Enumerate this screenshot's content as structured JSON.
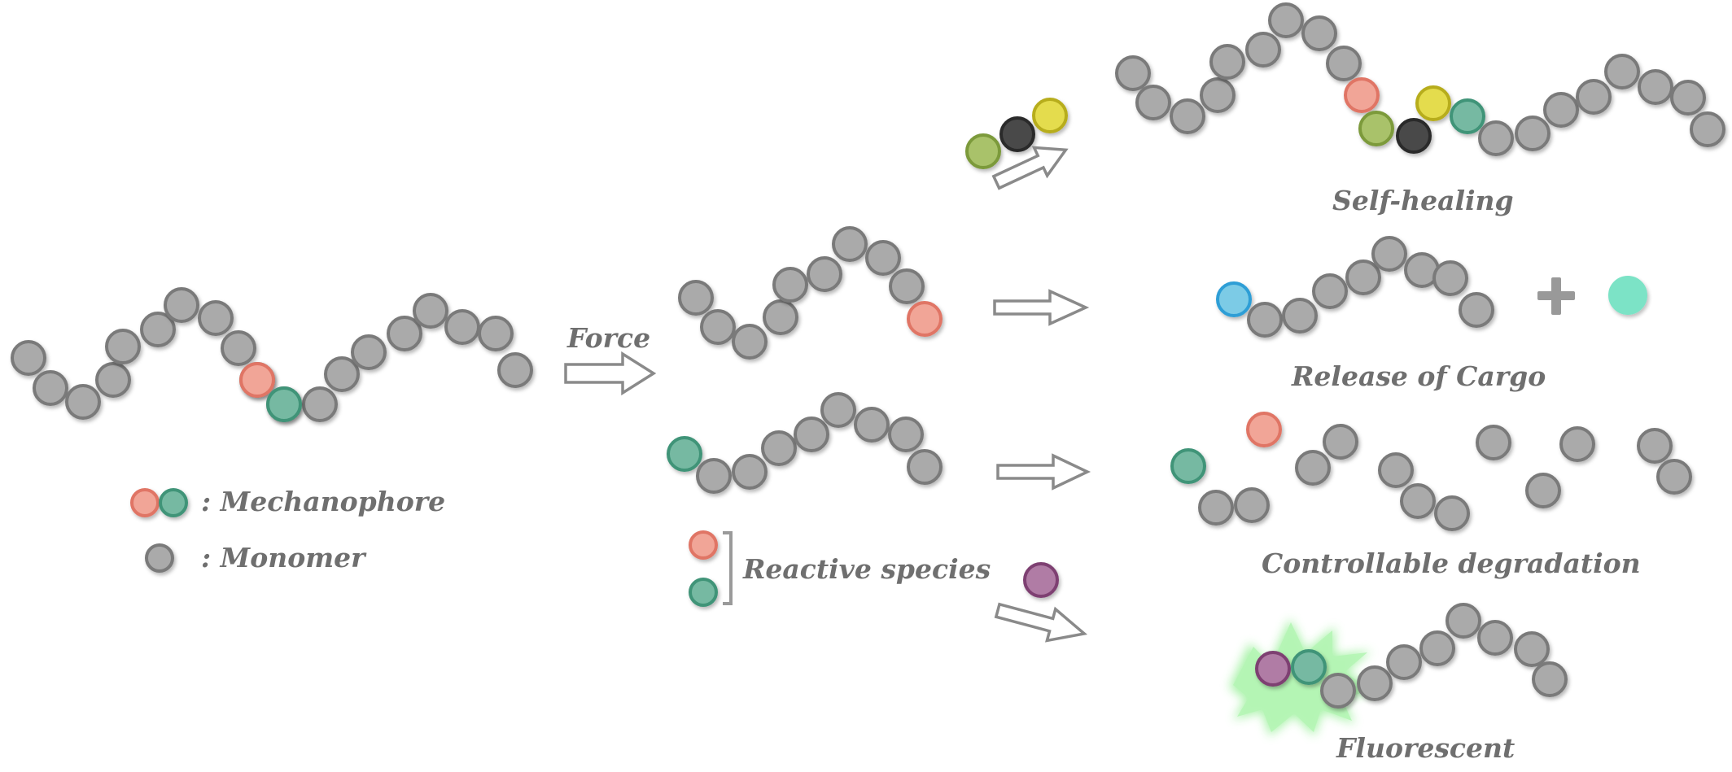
{
  "labels": {
    "mechanophore": ": Mechanophore",
    "monomer": ": Monomer",
    "force": "Force",
    "reactive_species": "Reactive species",
    "self_healing": "Self-healing",
    "release_of_cargo": "Release of Cargo",
    "controllable_degradation": "Controllable degradation",
    "fluorescent": "Fluorescent"
  },
  "colors": {
    "monomer": "#aaaaaa",
    "monomer_stroke": "#7a7a7a",
    "mechanophore_red": "#f1a597",
    "mechanophore_red_stroke": "#e07565",
    "mechanophore_green": "#76b9a2",
    "mechanophore_green_stroke": "#3f9478",
    "yellow": "#e4dc4e",
    "yellow_stroke": "#b7ad1f",
    "olive": "#a9c26a",
    "olive_stroke": "#7c9a3a",
    "dark": "#4a4a4a",
    "dark_stroke": "#2a2a2a",
    "cargo_blue": "#7ccbe6",
    "cargo_blue_stroke": "#2d9ed6",
    "cargo_teal": "#6ee0c0",
    "purple": "#b07ca5",
    "purple_stroke": "#7e3f72",
    "glow": "#a6f2a6",
    "arrow": "#8a8a8a",
    "text": "#6f6f6f"
  },
  "icons": [
    "plus-icon",
    "arrow-icon",
    "bracket-icon",
    "fluorescence-burst-icon"
  ]
}
